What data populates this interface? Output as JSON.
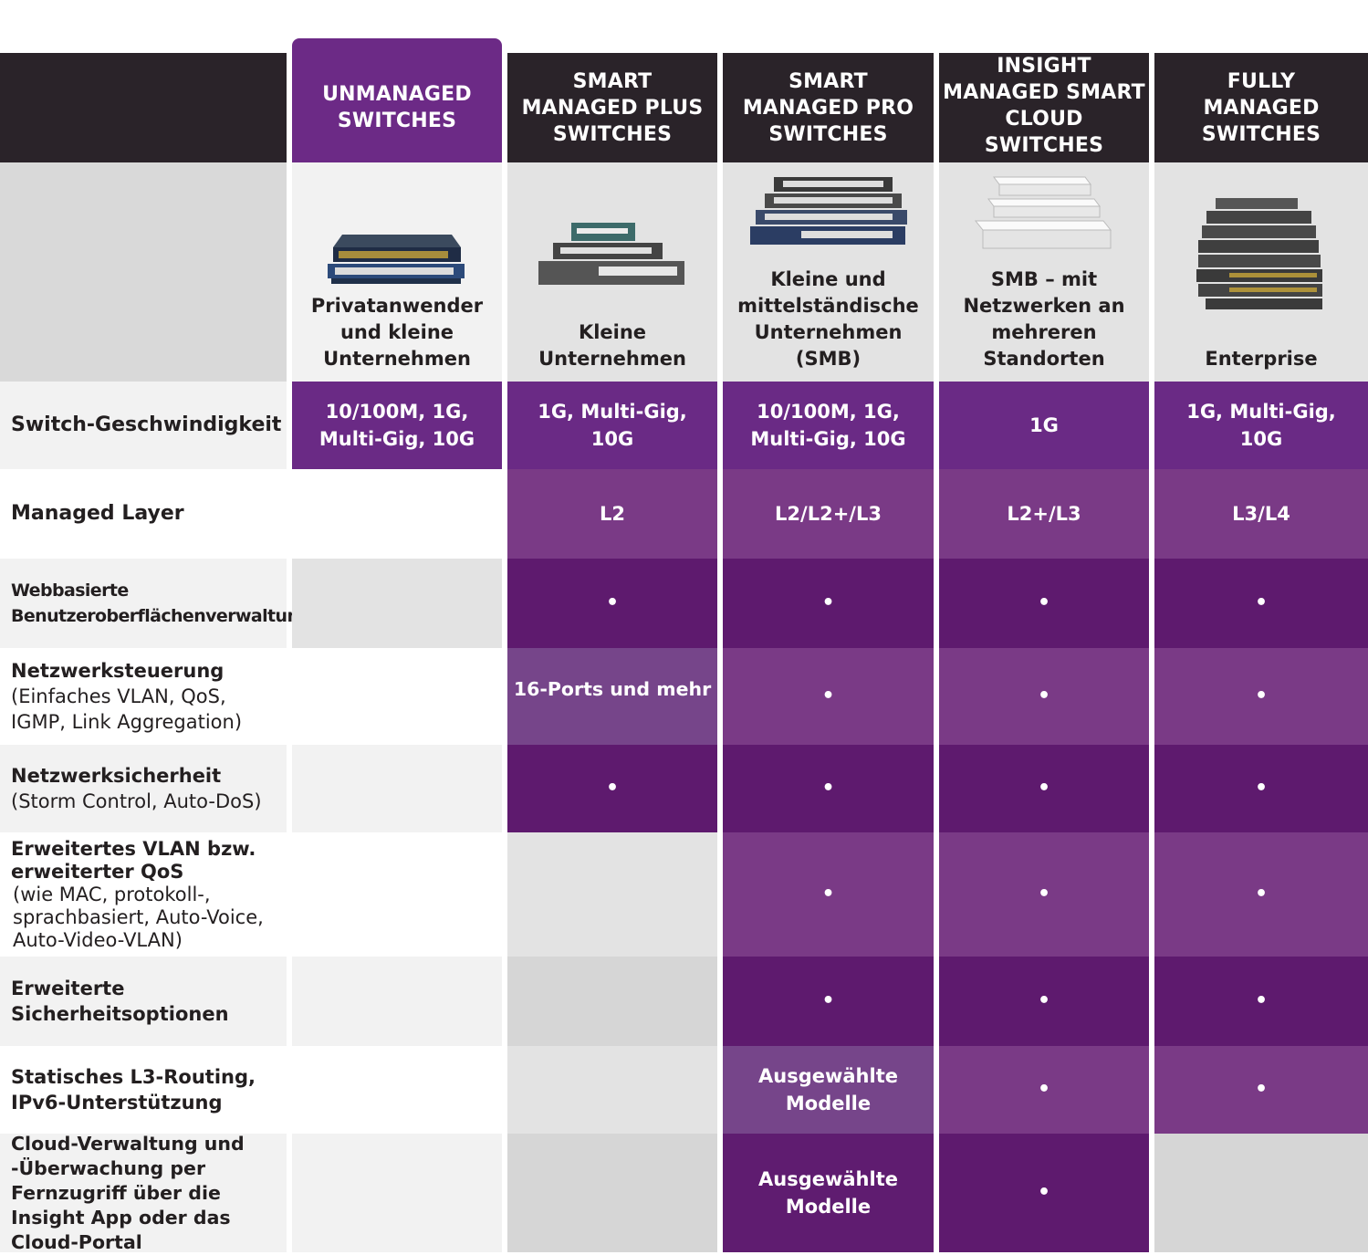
{
  "columns": [
    {
      "title": "UNMANAGED SWITCHES",
      "segment": "Privatanwender und kleine Unternehmen"
    },
    {
      "title": "SMART MANAGED PLUS SWITCHES",
      "segment": "Kleine Unternehmen"
    },
    {
      "title": "SMART MANAGED PRO SWITCHES",
      "segment": "Kleine und mittelständische Unternehmen (SMB)"
    },
    {
      "title": "INSIGHT MANAGED SMART CLOUD SWITCHES",
      "segment": "SMB – mit Netzwerken an mehreren Standorten"
    },
    {
      "title": "FULLY MANAGED SWITCHES",
      "segment": "Enterprise"
    }
  ],
  "rows": [
    {
      "title": "Switch-Geschwindigkeit",
      "subtitle": "",
      "values": [
        "10/100M, 1G, Multi-Gig, 10G",
        "1G, Multi-Gig, 10G",
        "10/100M, 1G, Multi-Gig, 10G",
        "1G",
        "1G, Multi-Gig, 10G"
      ]
    },
    {
      "title": "Managed Layer",
      "subtitle": "",
      "values": [
        "",
        "L2",
        "L2/L2+/L3",
        "L2+/L3",
        "L3/L4"
      ]
    },
    {
      "title": "Webbasierte Benutzeroberflächenverwaltung",
      "subtitle": "",
      "values": [
        "",
        "•",
        "•",
        "•",
        "•"
      ]
    },
    {
      "title": "Netzwerksteuerung",
      "subtitle": "(Einfaches VLAN, QoS, IGMP, Link Aggregation)",
      "values": [
        "",
        "16-Ports und mehr",
        "•",
        "•",
        "•"
      ]
    },
    {
      "title": "Netzwerksicherheit",
      "subtitle": "(Storm Control, Auto-DoS)",
      "values": [
        "",
        "•",
        "•",
        "•",
        "•"
      ]
    },
    {
      "title": "Erweitertes VLAN bzw. erweiterter QoS",
      "subtitle": "(wie MAC, protokoll-, sprachbasiert, Auto-Voice, Auto-Video-VLAN)",
      "values": [
        "",
        "",
        "•",
        "•",
        "•"
      ]
    },
    {
      "title": "Erweiterte Sicherheitsoptionen",
      "subtitle": "",
      "values": [
        "",
        "",
        "•",
        "•",
        "•"
      ]
    },
    {
      "title": "Statisches L3-Routing, IPv6-Unterstützung",
      "subtitle": "",
      "values": [
        "",
        "",
        "Ausgewählte Modelle",
        "•",
        "•"
      ]
    },
    {
      "title": "Cloud-Verwaltung und -Überwachung per Fernzugriff über die Insight App oder das Cloud-Portal",
      "subtitle": "",
      "values": [
        "",
        "",
        "Ausgewählte Modelle",
        "•",
        ""
      ]
    }
  ],
  "colors": {
    "header_dark": "#2a2329",
    "header_purple": "#6c2a86",
    "purple_dark": "#5e1a6e",
    "purple_mid": "#7a3a86",
    "purple_light": "#76458a",
    "grey": "#e3e3e3",
    "label_grey": "#f2f2f2"
  }
}
